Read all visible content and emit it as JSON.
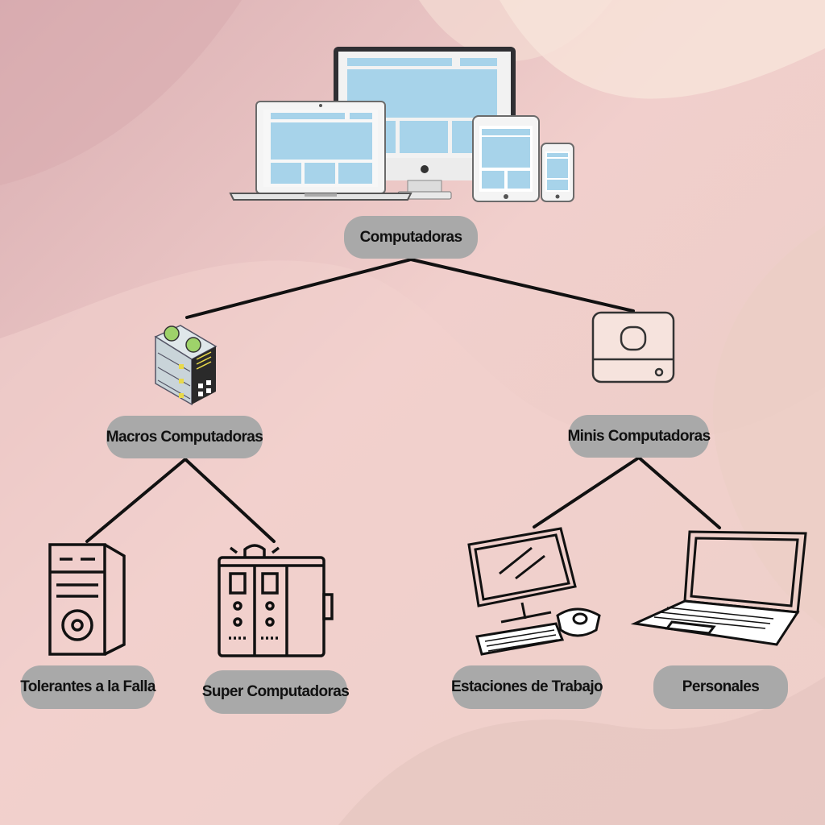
{
  "diagram": {
    "root": {
      "label": "Computadoras",
      "icon": "multi-device-icon"
    },
    "branches": [
      {
        "label": "Macros Computadoras",
        "icon": "server-stack-icon",
        "children": [
          {
            "label": "Tolerantes a la Falla",
            "icon": "tower-pc-icon"
          },
          {
            "label": "Super Computadoras",
            "icon": "supercomputer-icon"
          }
        ]
      },
      {
        "label": "Minis Computadoras",
        "icon": "mini-pc-icon",
        "children": [
          {
            "label": "Estaciones de Trabajo",
            "icon": "workstation-icon"
          },
          {
            "label": "Personales",
            "icon": "laptop-icon"
          }
        ]
      }
    ]
  },
  "colors": {
    "pill": "#a9a9a9",
    "line": "#111111",
    "screen": "#a7d3ea",
    "background": [
      "#dcb4b6",
      "#f5d5cf",
      "#f3e0d8"
    ]
  }
}
